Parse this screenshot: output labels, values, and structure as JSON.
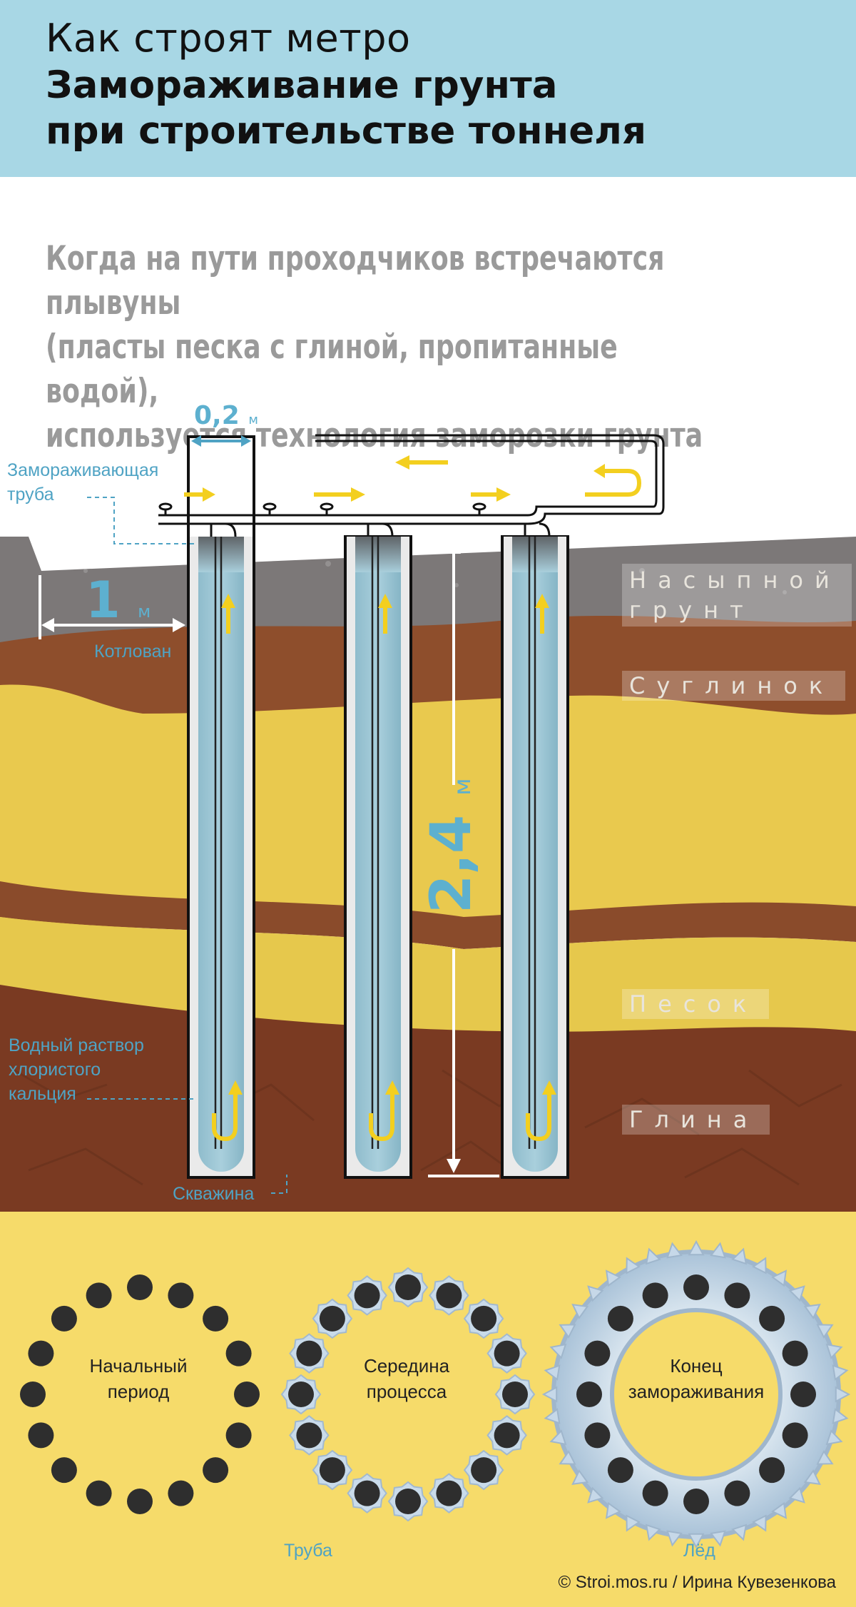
{
  "header": {
    "supertitle": "Как строят метро",
    "title_line1": "Замораживание грунта",
    "title_line2": "при строительстве тоннеля"
  },
  "intro": {
    "line1": "Когда на пути проходчиков встречаются плывуны",
    "line2": "(пласты песка с глиной, пропитанные водой),",
    "line3": "используется технология заморозки грунта"
  },
  "labels": {
    "freezing_pipe_l1": "Замораживающая",
    "freezing_pipe_l2": "труба",
    "pit": "Котлован",
    "solution_l1": "Водный раствор",
    "solution_l2": "хлористого",
    "solution_l3": "кальция",
    "borehole": "Скважина"
  },
  "dimensions": {
    "width_value": "0,2",
    "width_unit": "м",
    "spacing_value": "1",
    "spacing_unit": "м",
    "depth_value": "2,4",
    "depth_unit": "м"
  },
  "soil_layers": {
    "fill": "Насыпной грунт",
    "loam": "Суглинок",
    "sand": "Песок",
    "clay": "Глина"
  },
  "stages": {
    "initial_l1": "Начальный",
    "initial_l2": "период",
    "middle_l1": "Середина",
    "middle_l2": "процесса",
    "end_l1": "Конец",
    "end_l2": "замораживания"
  },
  "legend": {
    "pipe": "Труба",
    "ice": "Лёд"
  },
  "credit": "© Stroi.mos.ru / Ирина Кувезенкова",
  "colors": {
    "header_bg": "#a8d7e5",
    "accent_blue": "#4fa3c4",
    "arrow_yellow": "#f3cf1f",
    "bottom_bg": "#f6db6a",
    "pipe_dark": "#2a2a2a",
    "ice": "#b9cfe2"
  }
}
